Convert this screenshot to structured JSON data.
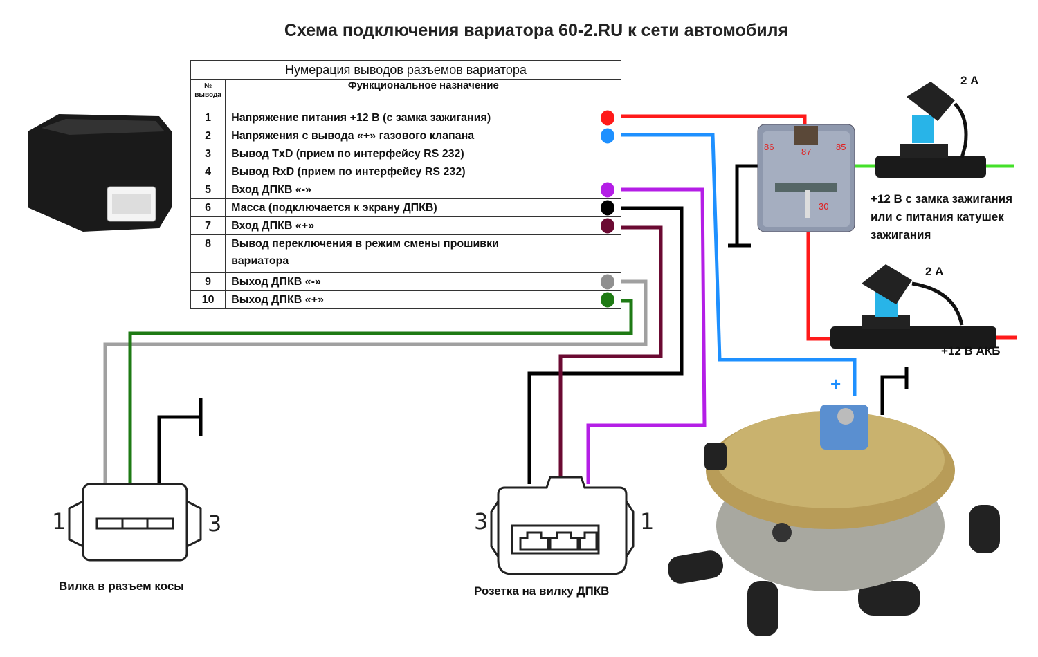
{
  "title": "Схема подключения вариатора 60-2.RU к сети автомобиля",
  "pin_table": {
    "title": "Нумерация выводов разъемов вариатора",
    "col_number": "№ вывода",
    "col_function": "Функциональное  назначение",
    "rows": [
      {
        "pin": "1",
        "function": "Напряжение  питания +12 В (с замка зажигания)",
        "wire_color": "#ff1a1a"
      },
      {
        "pin": "2",
        "function": "Напряжения  с вывода «+» газового  клапана",
        "wire_color": "#1e90ff"
      },
      {
        "pin": "3",
        "function": "Вывод TxD (прием по интерфейсу RS 232)",
        "wire_color": ""
      },
      {
        "pin": "4",
        "function": "Вывод RxD (прием по интерфейсу RS 232)",
        "wire_color": ""
      },
      {
        "pin": "5",
        "function": "Вход ДПКВ «-»",
        "wire_color": "#b41ee6"
      },
      {
        "pin": "6",
        "function": "Масса (подключается  к экрану ДПКВ)",
        "wire_color": "#000000"
      },
      {
        "pin": "7",
        "function": "Вход ДПКВ «+»",
        "wire_color": "#6b0a32"
      },
      {
        "pin": "8",
        "function": "Вывод переключения  в режим смены прошивки вариатора",
        "wire_color": ""
      },
      {
        "pin": "9",
        "function": "Выход ДПКВ «-»",
        "wire_color": "#909090"
      },
      {
        "pin": "10",
        "function": "Выход ДПКВ «+»",
        "wire_color": "#1e7a14"
      }
    ]
  },
  "relay": {
    "pins": [
      "86",
      "87",
      "85",
      "30"
    ]
  },
  "fuse_ignition": {
    "rating": "2 А",
    "label": "+12 В с замка зажигания или с питания катушек зажигания"
  },
  "fuse_battery": {
    "rating": "2 А",
    "label": "+12 В АКБ"
  },
  "valve": {
    "plus_label": "+"
  },
  "harness_plug": {
    "label": "Вилка в разъем косы",
    "pin_left": "1",
    "pin_right": "3"
  },
  "sensor_socket": {
    "label": "Розетка на вилку ДПКВ",
    "pin_left": "3",
    "pin_right": "1"
  }
}
